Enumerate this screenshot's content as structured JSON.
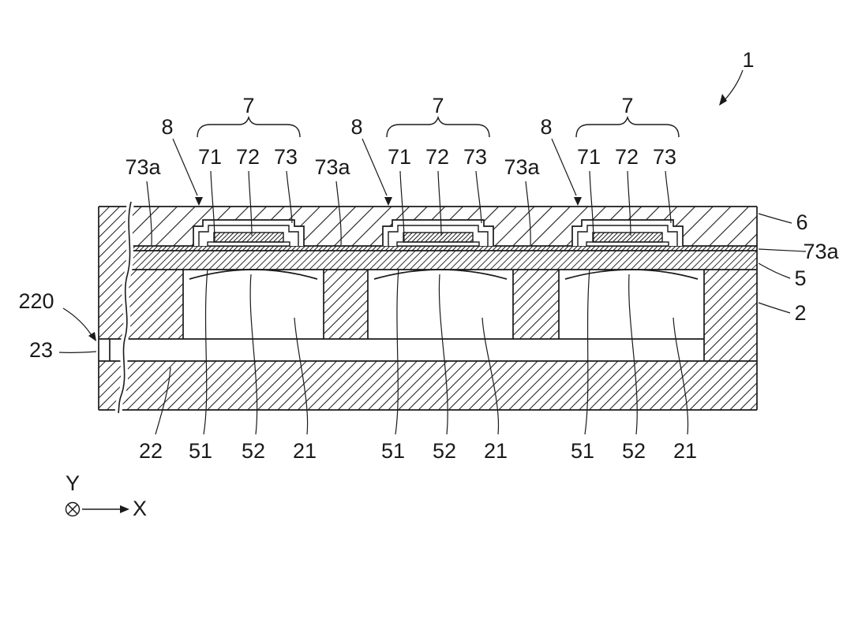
{
  "figure": {
    "reference_numerals": {
      "n1": "1",
      "n2": "2",
      "n5": "5",
      "n6": "6",
      "n7": "7",
      "n8": "8",
      "n21": "21",
      "n22": "22",
      "n23": "23",
      "n51": "51",
      "n52": "52",
      "n71": "71",
      "n72": "72",
      "n73": "73",
      "n73a": "73a",
      "n220": "220"
    },
    "axes": {
      "x": "X",
      "y": "Y"
    },
    "colors": {
      "ink": "#1a1a1a",
      "background": "#ffffff"
    }
  }
}
